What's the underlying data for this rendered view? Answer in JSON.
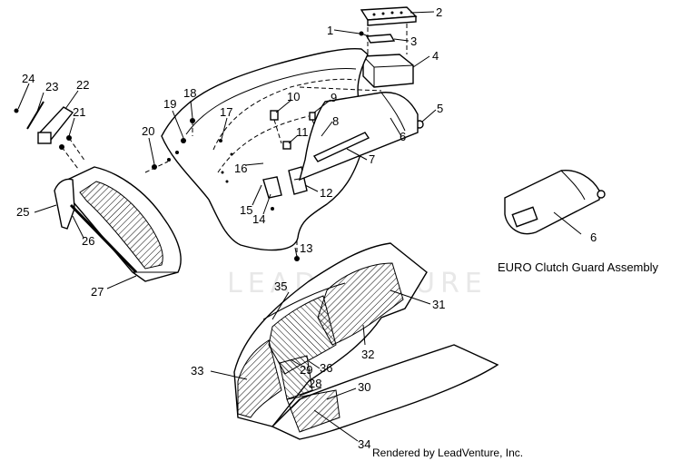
{
  "callouts": {
    "n1": "1",
    "n2": "2",
    "n3": "3",
    "n4": "4",
    "n5": "5",
    "n6": "6",
    "n6b": "6",
    "n7": "7",
    "n8": "8",
    "n9": "9",
    "n10": "10",
    "n11": "11",
    "n12": "12",
    "n13": "13",
    "n14": "14",
    "n15": "15",
    "n16": "16",
    "n17": "17",
    "n18": "18",
    "n19": "19",
    "n20": "20",
    "n21": "21",
    "n22": "22",
    "n23": "23",
    "n24": "24",
    "n25": "25",
    "n26": "26",
    "n27": "27",
    "n28": "28",
    "n29": "29",
    "n30": "30",
    "n31": "31",
    "n32": "32",
    "n33": "33",
    "n34": "34",
    "n35": "35",
    "n36": "36"
  },
  "inset_caption": "EURO Clutch Guard Assembly",
  "footer": "Rendered by LeadVenture, Inc.",
  "watermark": "LEADVENTURE"
}
